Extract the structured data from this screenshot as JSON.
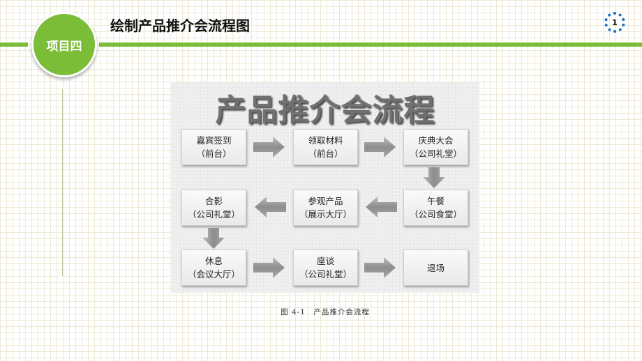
{
  "header": {
    "badge": "项目四",
    "title": "绘制产品推介会流程图",
    "page_number": "1"
  },
  "figure": {
    "title": "产品推介会流程",
    "steps": [
      {
        "name": "嘉宾签到",
        "place": "（前台）"
      },
      {
        "name": "领取材料",
        "place": "（前台）"
      },
      {
        "name": "庆典大会",
        "place": "（公司礼堂）"
      },
      {
        "name": "午餐",
        "place": "（公司食堂）"
      },
      {
        "name": "参观产品",
        "place": "（展示大厅）"
      },
      {
        "name": "合影",
        "place": "（公司礼堂）"
      },
      {
        "name": "休息",
        "place": "（会议大厅）"
      },
      {
        "name": "座谈",
        "place": "（公司礼堂）"
      },
      {
        "name": "退场",
        "place": ""
      }
    ],
    "caption": "图 4-1　产品推介会流程"
  },
  "colors": {
    "accent": "#7cbd37",
    "page_dot": "#1a6fc8"
  }
}
